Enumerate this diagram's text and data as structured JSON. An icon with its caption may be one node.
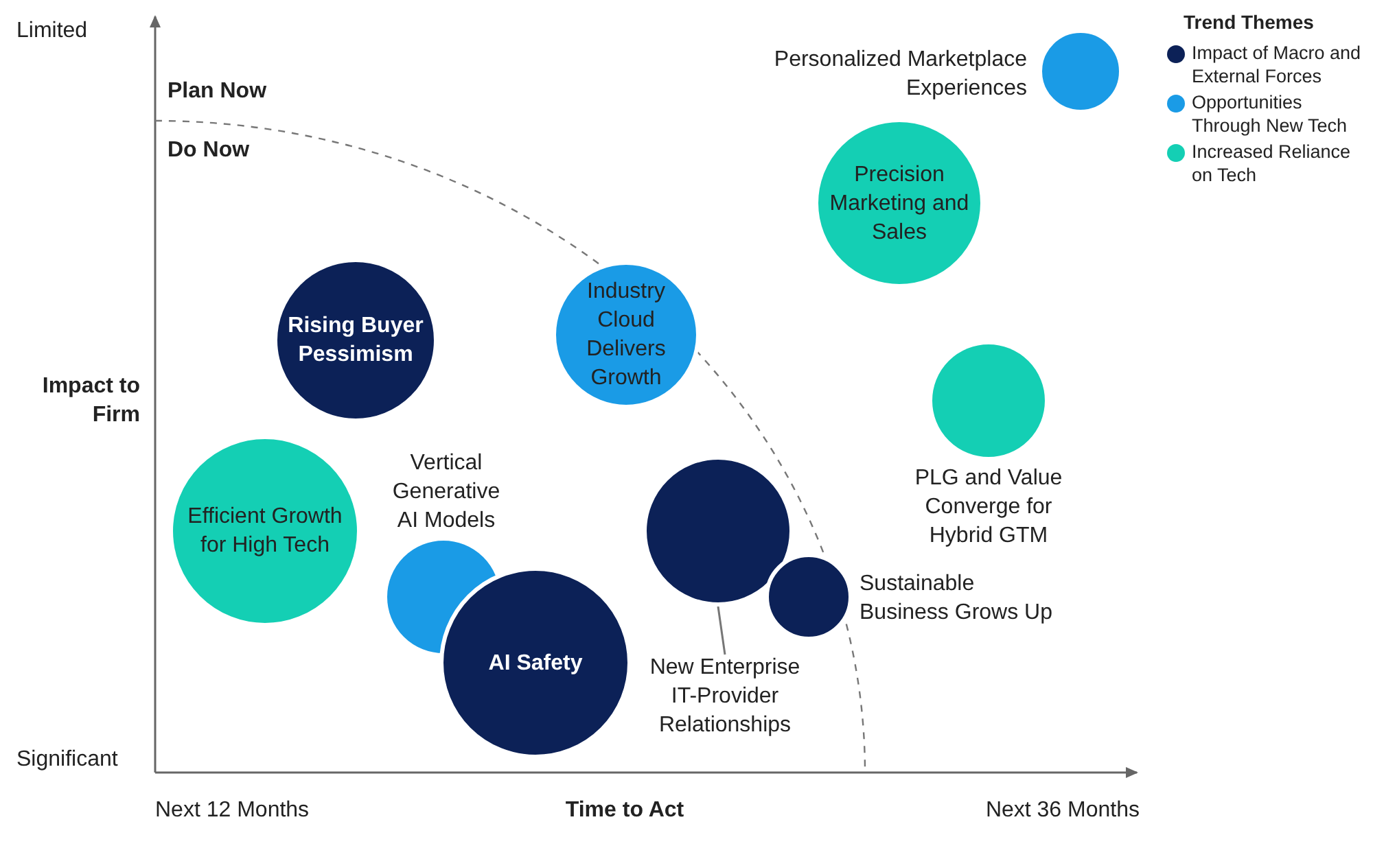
{
  "diagram": {
    "nodes": [
      {
        "text": [],
        "shape": "circle",
        "beside": [
          "Personalized Marketplace Experiences"
        ]
      },
      {
        "text": [
          "Precision Marketing and Sales"
        ]
      },
      {
        "text": [
          "Rising Buyer Pessimism"
        ]
      },
      {
        "text": [
          "Industry Cloud Delivers Growth"
        ]
      },
      {
        "text": [],
        "shape": "circle",
        "beside": [
          "PLG and Value Converge for Hybrid GTM"
        ]
      },
      {
        "text": [
          "Efficient Growth for High Tech"
        ]
      },
      {
        "text": [],
        "shape": "circle",
        "beside": [
          "Vertical Generative AI Models"
        ]
      },
      {
        "text": [],
        "shape": "circle"
      },
      {
        "text": [],
        "shape": "circle",
        "beside": [
          "Sustainable Business Grows Up"
        ]
      },
      {
        "text": [
          "AI Safety"
        ]
      },
      {
        "text": [
          "New Enterprise IT-Provider Relationships"
        ]
      }
    ],
    "edges": [
      {
        "from": 10,
        "to": 7,
        "arrow": "none"
      }
    ],
    "labels": [
      "Limited",
      "Plan Now",
      "Do Now",
      "Impact to Firm",
      "Significant",
      "Next 12 Months",
      "Time to Act",
      "Next 36 Months",
      "Trend Themes"
    ],
    "legend": [
      {
        "text": "Impact of Macro and External Forces",
        "color": "#0c2157"
      },
      {
        "text": "Opportunities Through New Tech",
        "color": "#1a9be6"
      },
      {
        "text": "Increased Reliance on Tech",
        "color": "#14cfb4"
      }
    ]
  }
}
